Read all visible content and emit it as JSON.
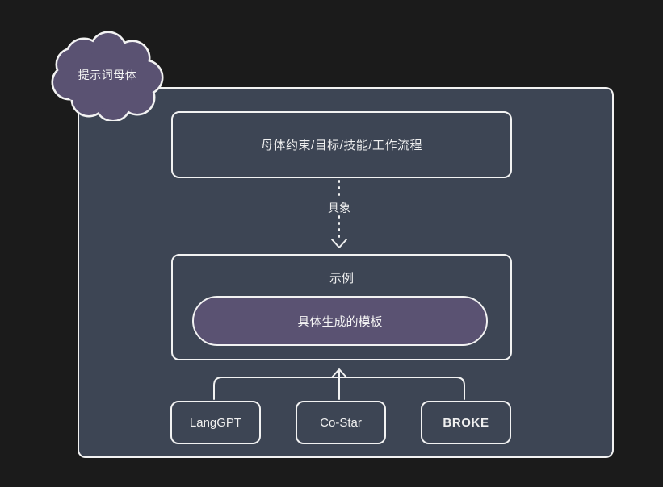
{
  "diagram": {
    "title": "提示词母体",
    "background_color": "#1b1b1b",
    "panel_color": "#3d4554",
    "stroke_color": "#f2f2f2",
    "accent_color": "#5a5272",
    "cloud": {
      "label": "提示词母体"
    },
    "panel": {
      "top_box": {
        "label": "母体约束/目标/技能/工作流程"
      },
      "connector": {
        "label": "具象",
        "style": "dotted",
        "direction": "down"
      },
      "mid_box": {
        "title": "示例",
        "pill_label": "具体生成的模板"
      },
      "bottom_boxes": [
        {
          "label": "LangGPT",
          "bold": false
        },
        {
          "label": "Co-Star",
          "bold": false
        },
        {
          "label": "BROKE",
          "bold": true
        }
      ]
    }
  }
}
